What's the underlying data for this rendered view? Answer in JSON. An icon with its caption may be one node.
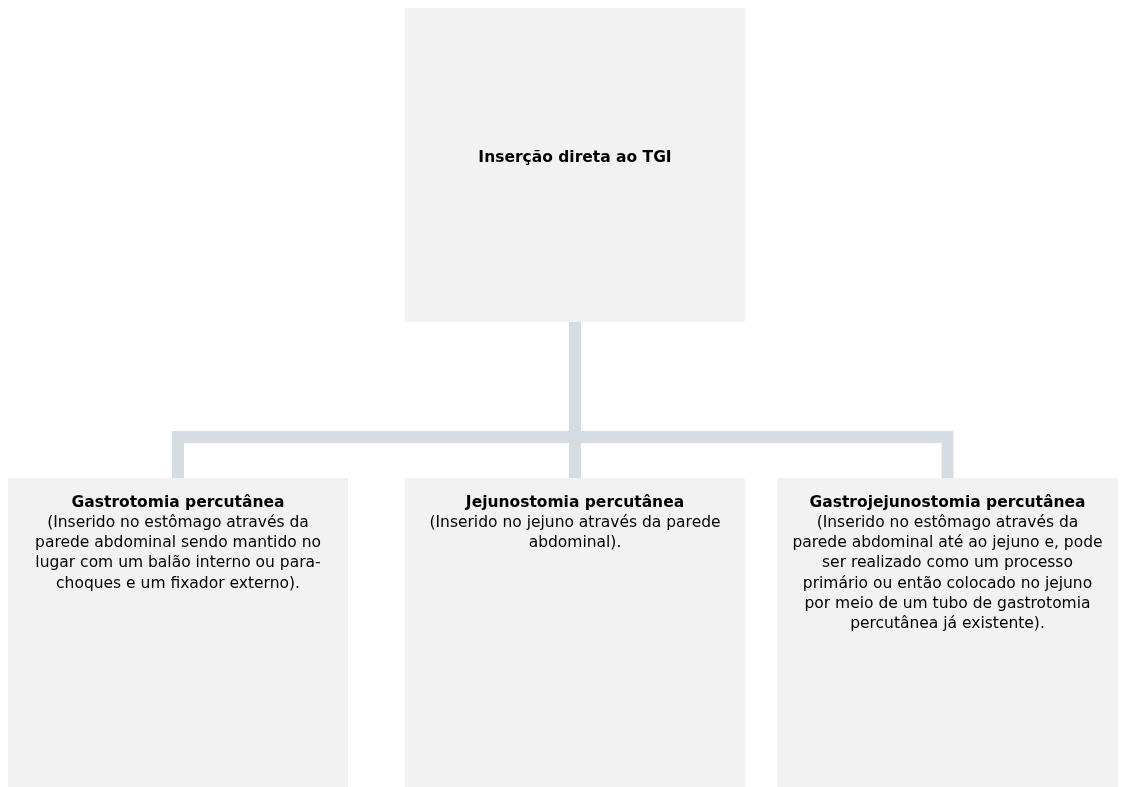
{
  "diagram": {
    "nodes": [
      {
        "text": [
          "Inserção direta ao TGI"
        ]
      },
      {
        "text": [
          "Gastrotomia percutânea",
          "(Inserido no estômago através da parede abdominal sendo mantido no lugar com um balão interno ou para-choques e um fixador externo)."
        ]
      },
      {
        "text": [
          "Jejunostomia percutânea",
          "(Inserido no jejuno através da parede abdominal)."
        ]
      },
      {
        "text": [
          "Gastrojejunostomia percutânea",
          "(Inserido no estômago através da parede abdominal até ao jejuno e, pode ser realizado como um processo primário ou então colocado no jejuno por meio de um tubo de gastrotomia percutânea já existente)."
        ]
      }
    ],
    "edges": [
      {
        "from": 0,
        "to": 1,
        "arrow": "none"
      },
      {
        "from": 0,
        "to": 2,
        "arrow": "none"
      },
      {
        "from": 0,
        "to": 3,
        "arrow": "none"
      }
    ]
  }
}
